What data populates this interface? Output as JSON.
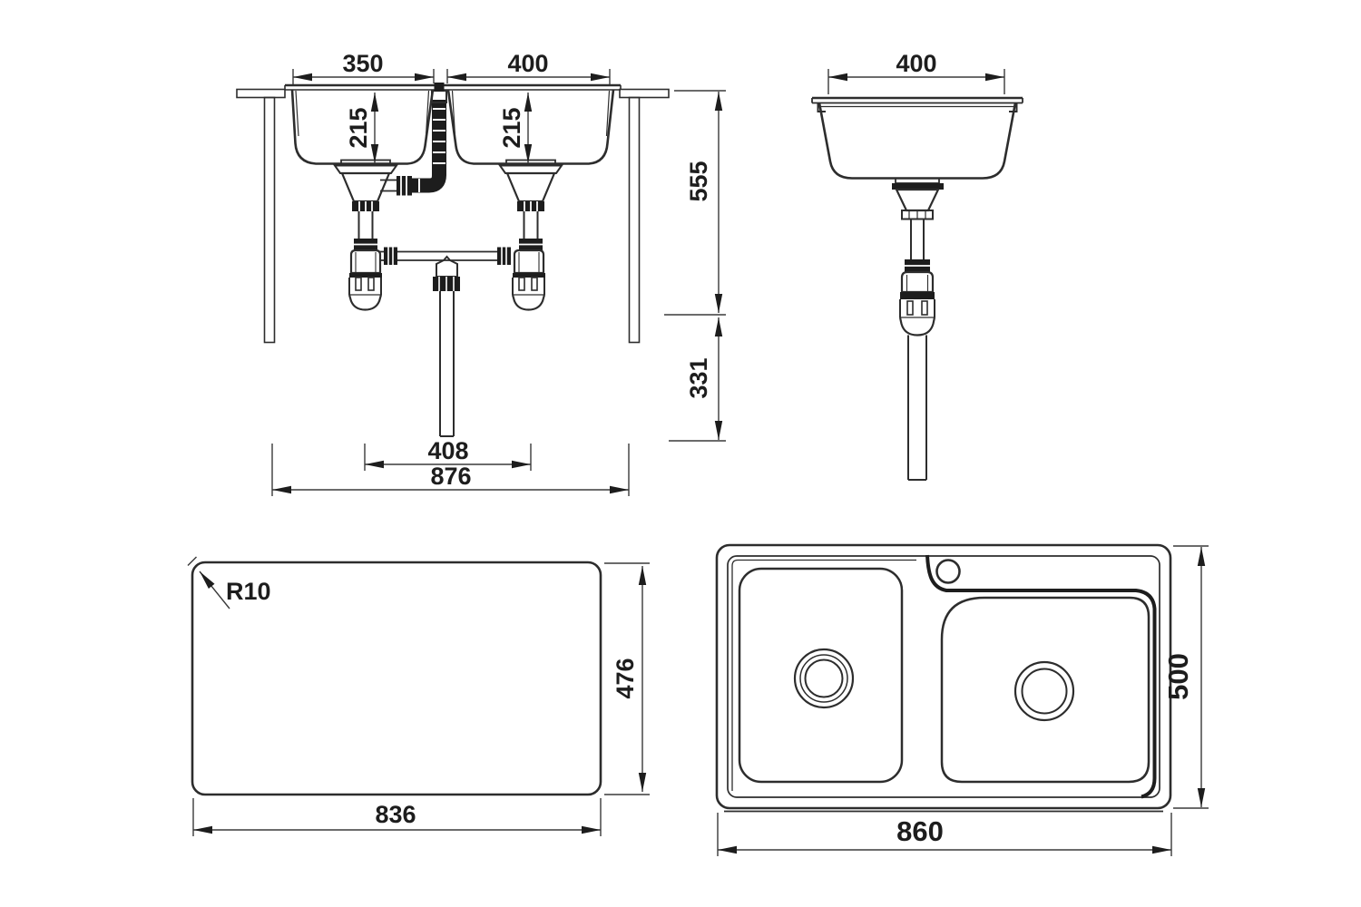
{
  "drawing": {
    "front_view": {
      "bowl1_width": "350",
      "bowl2_width": "400",
      "bowl1_depth": "215",
      "bowl2_depth": "215",
      "counter_to_trap_bottom": "555",
      "trap_to_outlet_end": "331",
      "drain_centers": "408",
      "overall_width": "876"
    },
    "side_view": {
      "bowl_width": "400"
    },
    "cutout_view": {
      "corner_radius": "R10",
      "width": "836",
      "depth": "476"
    },
    "top_view": {
      "width": "860",
      "depth": "500"
    }
  }
}
